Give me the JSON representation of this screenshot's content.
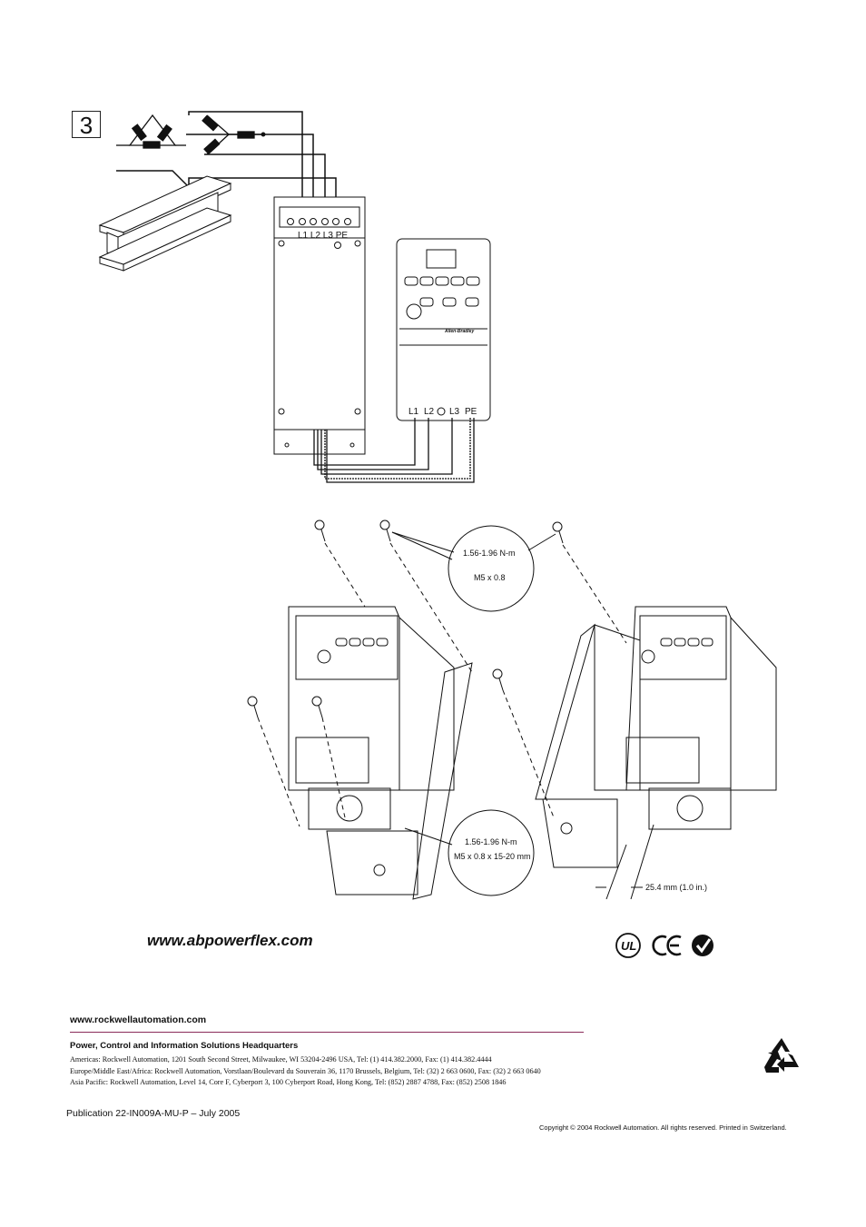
{
  "step_number": "3",
  "wiring": {
    "filter_terminals": "L1 L2 L3 PE",
    "drive_terminals": [
      "L1",
      "L2",
      "L3",
      "PE"
    ]
  },
  "mounting": {
    "callout_top": {
      "torque": "1.56-1.96 N-m",
      "screw": "M5 x 0.8"
    },
    "callout_bottom": {
      "torque": "1.56-1.96 N-m",
      "screw": "M5 x 0.8 x 15-20 mm"
    },
    "clearance": "25.4 mm (1.0 in.)",
    "drive_brand_mark": "Allen-Bradley"
  },
  "certifications": [
    "UL-mark-icon",
    "CE-mark-icon",
    "C-tick-mark-icon"
  ],
  "website": "www.abpowerflex.com",
  "footer": {
    "ra_url": "www.rockwellautomation.com",
    "hq_title": "Power, Control and Information Solutions Headquarters",
    "americas": "Americas: Rockwell Automation, 1201 South Second Street, Milwaukee, WI 53204-2496 USA, Tel: (1) 414.382.2000, Fax: (1) 414.382.4444",
    "europe": "Europe/Middle East/Africa: Rockwell Automation, Vorstlaan/Boulevard du Souverain 36, 1170 Brussels, Belgium, Tel: (32) 2 663 0600, Fax: (32) 2 663 0640",
    "asia": "Asia Pacific: Rockwell Automation, Level 14, Core F, Cyberport 3, 100 Cyberport Road, Hong Kong, Tel: (852) 2887 4788, Fax: (852) 2508 1846",
    "publication": "Publication 22-IN009A-MU-P – July 2005",
    "copyright": "Copyright © 2004 Rockwell Automation. All rights reserved. Printed in Switzerland.",
    "recycle_icon": "recycle-icon"
  }
}
